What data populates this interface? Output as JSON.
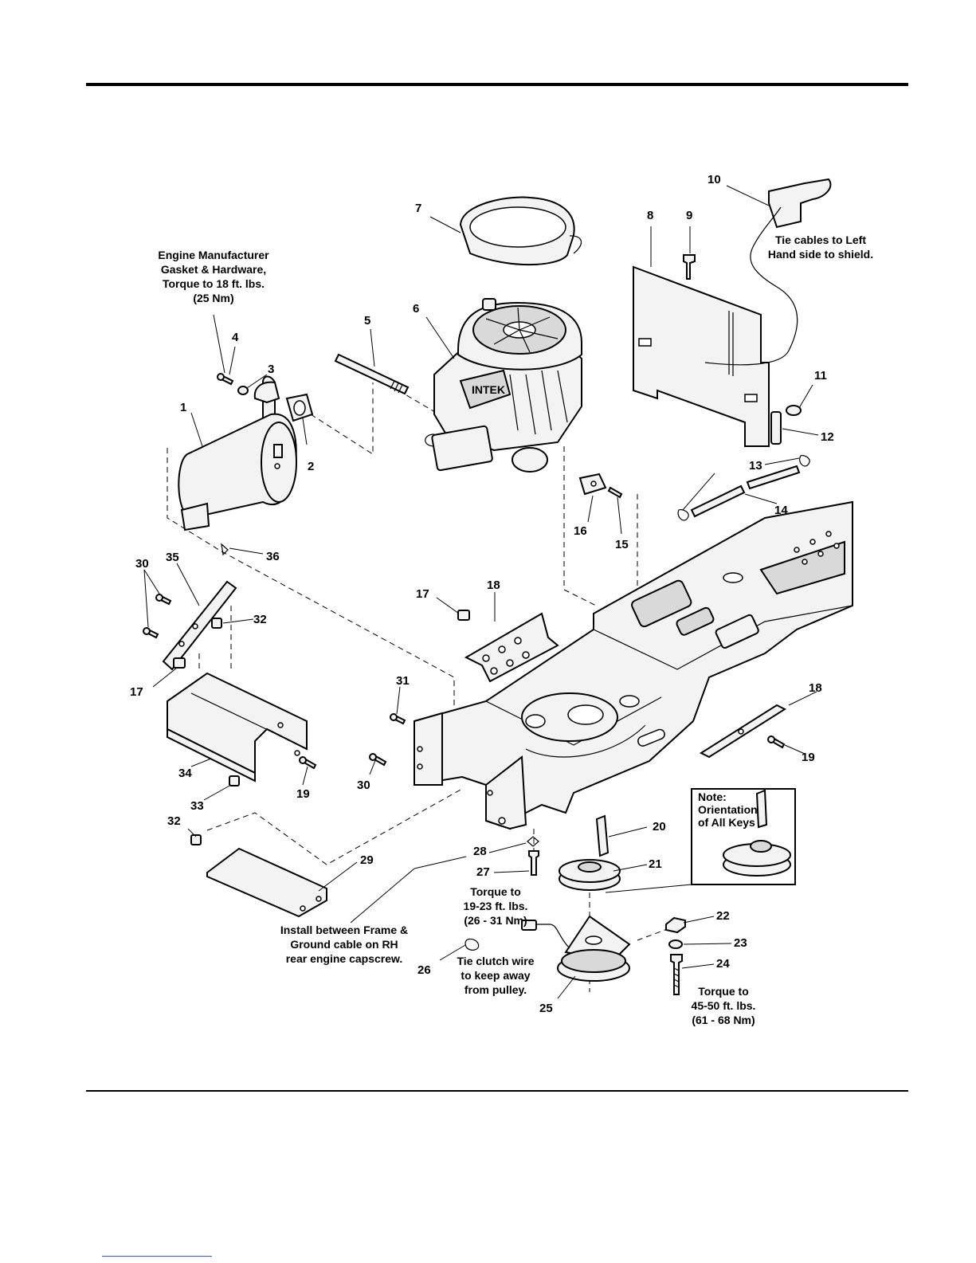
{
  "callouts": [
    {
      "id": "c1",
      "text": "1"
    },
    {
      "id": "c2",
      "text": "2"
    },
    {
      "id": "c3",
      "text": "3"
    },
    {
      "id": "c4",
      "text": "4"
    },
    {
      "id": "c5",
      "text": "5"
    },
    {
      "id": "c6",
      "text": "6"
    },
    {
      "id": "c7",
      "text": "7"
    },
    {
      "id": "c8",
      "text": "8"
    },
    {
      "id": "c9",
      "text": "9"
    },
    {
      "id": "c10",
      "text": "10"
    },
    {
      "id": "c11",
      "text": "11"
    },
    {
      "id": "c12",
      "text": "12"
    },
    {
      "id": "c13",
      "text": "13"
    },
    {
      "id": "c14",
      "text": "14"
    },
    {
      "id": "c15",
      "text": "15"
    },
    {
      "id": "c16",
      "text": "16"
    },
    {
      "id": "c17a",
      "text": "17"
    },
    {
      "id": "c17b",
      "text": "17"
    },
    {
      "id": "c18a",
      "text": "18"
    },
    {
      "id": "c18b",
      "text": "18"
    },
    {
      "id": "c19a",
      "text": "19"
    },
    {
      "id": "c19b",
      "text": "19"
    },
    {
      "id": "c20",
      "text": "20"
    },
    {
      "id": "c21",
      "text": "21"
    },
    {
      "id": "c22",
      "text": "22"
    },
    {
      "id": "c23",
      "text": "23"
    },
    {
      "id": "c24",
      "text": "24"
    },
    {
      "id": "c25",
      "text": "25"
    },
    {
      "id": "c26",
      "text": "26"
    },
    {
      "id": "c27",
      "text": "27"
    },
    {
      "id": "c28",
      "text": "28"
    },
    {
      "id": "c29",
      "text": "29"
    },
    {
      "id": "c30a",
      "text": "30"
    },
    {
      "id": "c30b",
      "text": "30"
    },
    {
      "id": "c31",
      "text": "31"
    },
    {
      "id": "c32a",
      "text": "32"
    },
    {
      "id": "c32b",
      "text": "32"
    },
    {
      "id": "c33",
      "text": "33"
    },
    {
      "id": "c34",
      "text": "34"
    },
    {
      "id": "c35",
      "text": "35"
    },
    {
      "id": "c36",
      "text": "36"
    }
  ],
  "notes": {
    "engine_manufacturer": [
      "Engine Manufacturer",
      "Gasket & Hardware,",
      "Torque to 18 ft. lbs.",
      "(25 Nm)"
    ],
    "tie_cables": [
      "Tie cables to Left",
      "Hand side to shield."
    ],
    "key_orientation": [
      "Note:",
      "Orientation",
      "of All Keys"
    ],
    "install_between": [
      "Install between Frame &",
      "Ground cable on RH",
      "rear engine capscrew."
    ],
    "torque_19_23": [
      "Torque to",
      "19-23 ft. lbs.",
      "(26 - 31 Nm)"
    ],
    "tie_clutch_wire": [
      "Tie clutch wire",
      "to keep away",
      "from pulley."
    ],
    "torque_45_50": [
      "Torque to",
      "45-50 ft. lbs.",
      "(61 - 68 Nm)"
    ]
  },
  "engine_brand_mark": "INTEK"
}
